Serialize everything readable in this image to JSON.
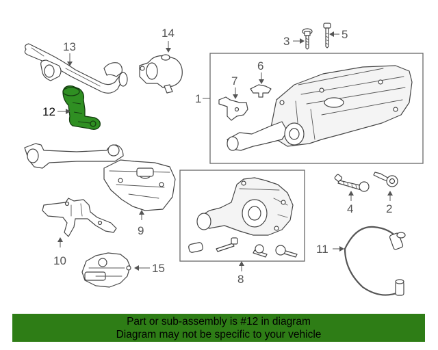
{
  "callouts": {
    "c1": "1",
    "c2": "2",
    "c3": "3",
    "c4": "4",
    "c5": "5",
    "c6": "6",
    "c7": "7",
    "c8": "8",
    "c9": "9",
    "c10": "10",
    "c11": "11",
    "c12": "12",
    "c13": "13",
    "c14": "14",
    "c15": "15"
  },
  "highlighted_part": "12",
  "footer": {
    "line1": "Part or sub-assembly is #12 in diagram",
    "line2": "Diagram may not be specific to your vehicle"
  },
  "colors": {
    "highlight": "#2f8f22",
    "footer_band": "#2e7d16",
    "line_art": "#444444"
  }
}
